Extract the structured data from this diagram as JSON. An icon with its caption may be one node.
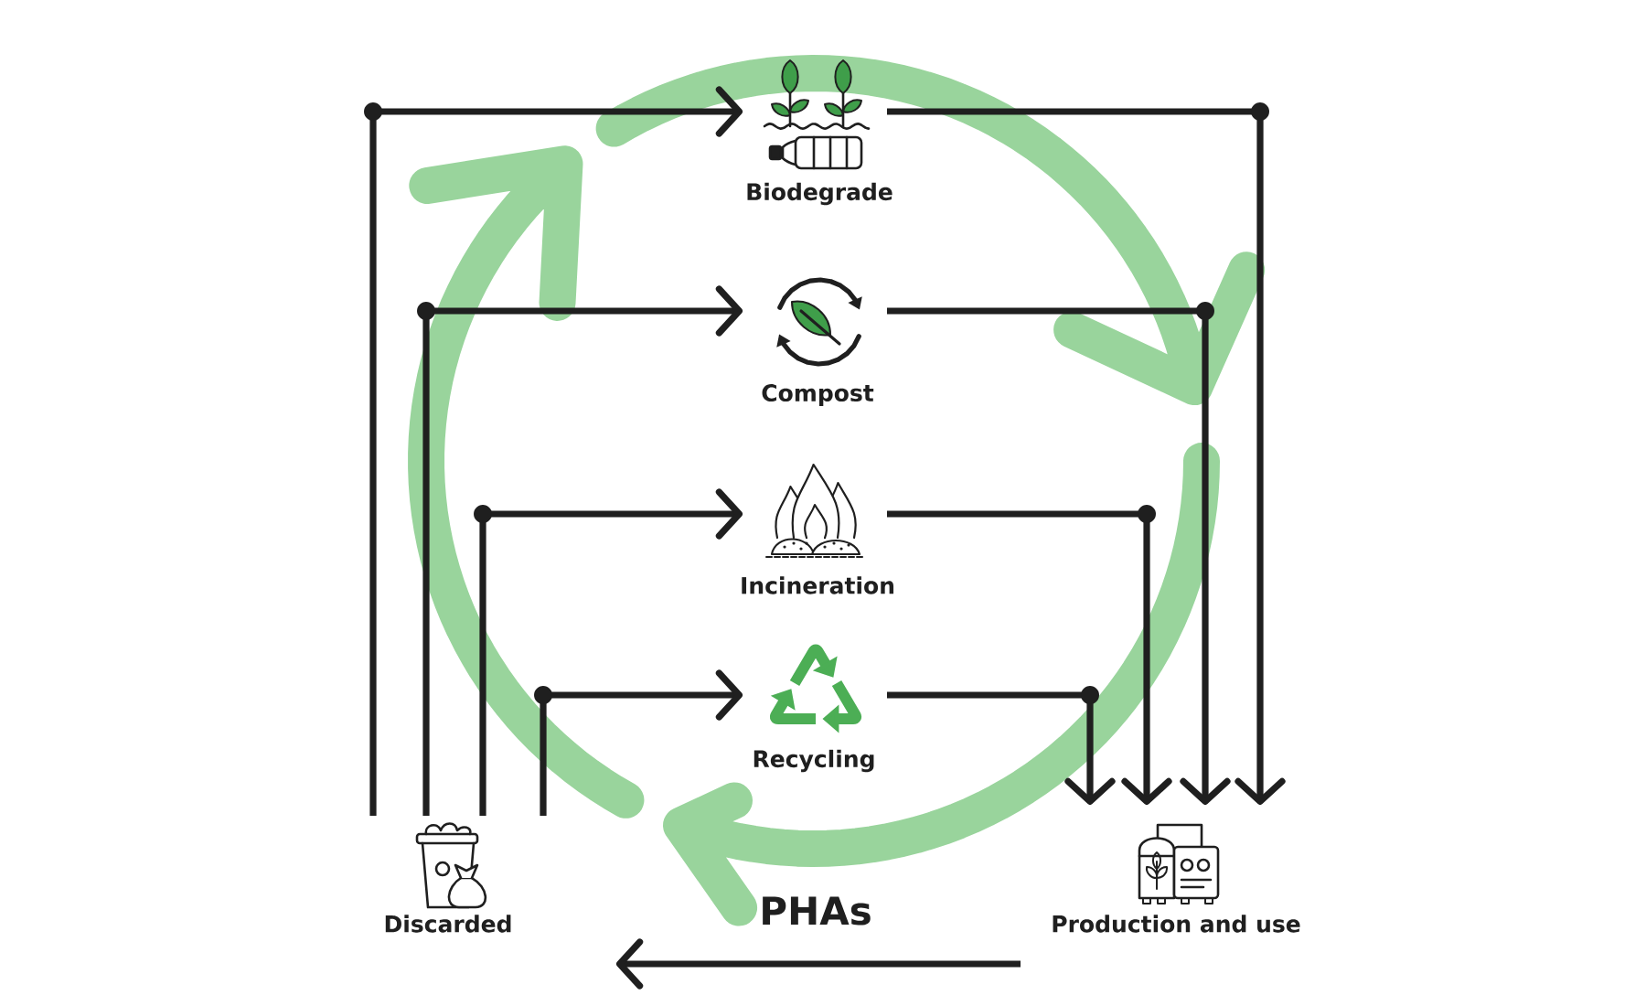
{
  "diagram": {
    "title": "PHAs",
    "nodes": [
      {
        "text": [
          "Biodegrade"
        ]
      },
      {
        "text": [
          "Compost"
        ]
      },
      {
        "text": [
          "Incineration"
        ]
      },
      {
        "text": [
          "Recycling"
        ]
      },
      {
        "text": [
          "Discarded"
        ]
      },
      {
        "text": [
          "Production and use"
        ]
      }
    ],
    "edges": [
      {
        "from": 4,
        "to": 0,
        "arrow": "to"
      },
      {
        "from": 4,
        "to": 1,
        "arrow": "to"
      },
      {
        "from": 4,
        "to": 2,
        "arrow": "to"
      },
      {
        "from": 4,
        "to": 3,
        "arrow": "to"
      },
      {
        "from": 0,
        "to": 5,
        "arrow": "to"
      },
      {
        "from": 1,
        "to": 5,
        "arrow": "to"
      },
      {
        "from": 2,
        "to": 5,
        "arrow": "to"
      },
      {
        "from": 3,
        "to": 5,
        "arrow": "to"
      },
      {
        "from": 5,
        "to": 4,
        "arrow": "to"
      }
    ]
  }
}
